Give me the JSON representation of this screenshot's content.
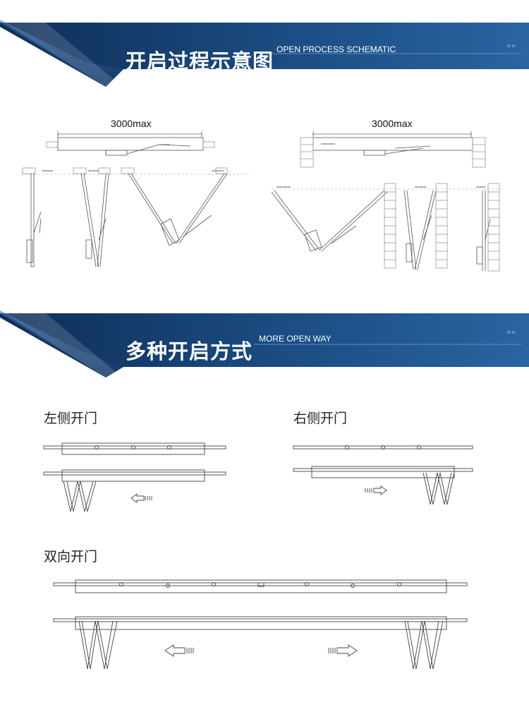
{
  "section1": {
    "title": "开启过程示意图",
    "subtitle": "OPEN PROCESS SCHEMATIC",
    "chevrons": "»»"
  },
  "section2": {
    "title": "多种开启方式",
    "subtitle": "MORE OPEN WAY",
    "chevrons": "»»"
  },
  "schematic": {
    "left_dimension": "3000max",
    "right_dimension": "3000max"
  },
  "modes": {
    "left_open": "左侧开门",
    "right_open": "右侧开门",
    "double_open": "双向开门"
  },
  "colors": {
    "banner_dark": "#12335c",
    "banner_mid": "#1d4f86",
    "banner_light": "#2f6aa8"
  }
}
